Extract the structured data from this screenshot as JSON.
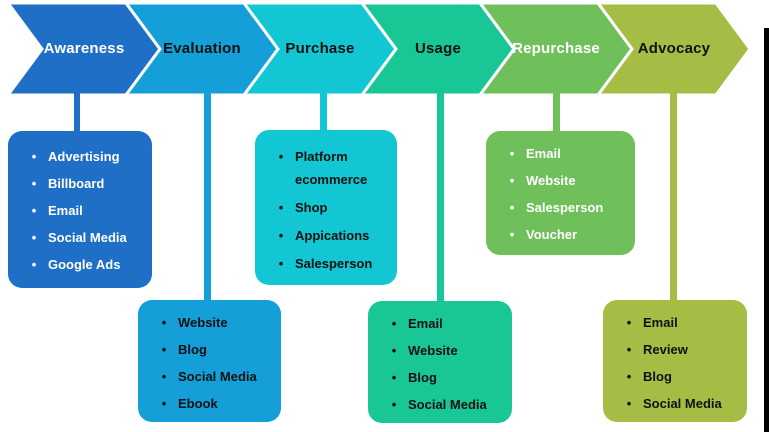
{
  "frame": {
    "right_edge_color": "#000000"
  },
  "bullet": "•",
  "stages": [
    {
      "label": "Awareness",
      "color": "#1e6fc5",
      "label_color": "#ffffff",
      "box": {
        "text_color": "#ffffff",
        "items": [
          "Advertising",
          "Billboard",
          "Email",
          "Social Media",
          "Google Ads"
        ]
      }
    },
    {
      "label": "Evaluation",
      "color": "#149fd8",
      "label_color": "#111111",
      "box": {
        "text_color": "#111111",
        "items": [
          "Website",
          "Blog",
          "Social Media",
          "Ebook"
        ]
      }
    },
    {
      "label": "Purchase",
      "color": "#12c7d3",
      "label_color": "#111111",
      "box": {
        "text_color": "#111111",
        "items": [
          "Platform ecommerce",
          "Shop",
          "Appications",
          "Salesperson"
        ]
      }
    },
    {
      "label": "Usage",
      "color": "#18c795",
      "label_color": "#111111",
      "box": {
        "text_color": "#111111",
        "items": [
          "Email",
          "Website",
          "Blog",
          "Social Media"
        ]
      }
    },
    {
      "label": "Repurchase",
      "color": "#6fc05b",
      "label_color": "#ffffff",
      "box": {
        "text_color": "#ffffff",
        "items": [
          "Email",
          "Website",
          "Salesperson",
          "Voucher"
        ]
      }
    },
    {
      "label": "Advocacy",
      "color": "#a6bd45",
      "label_color": "#111111",
      "box": {
        "text_color": "#111111",
        "items": [
          "Email",
          "Review",
          "Blog",
          "Social Media"
        ]
      }
    }
  ]
}
